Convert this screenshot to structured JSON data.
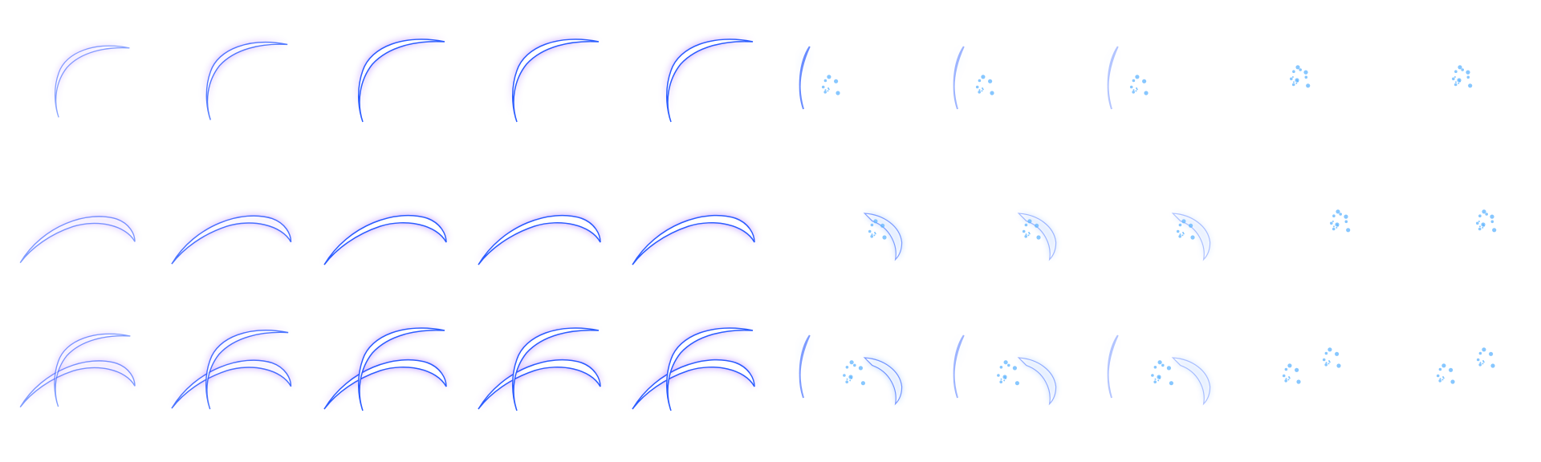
{
  "sprite_sheet": {
    "effect": "crescent-slash",
    "colors": {
      "core": "#ffffff",
      "edge": "#2b5cff",
      "purple_glow": "#8a3dff",
      "blue_glow": "#2f7dff",
      "spark": "#5fb4ff"
    },
    "rows": [
      {
        "name": "downward-slash",
        "frames": [
          {
            "phase": "swing",
            "fill": 0.55
          },
          {
            "phase": "swing",
            "fill": 0.8
          },
          {
            "phase": "swing",
            "fill": 1.0
          },
          {
            "phase": "swing",
            "fill": 1.0
          },
          {
            "phase": "swing",
            "fill": 1.0
          },
          {
            "phase": "dissolve",
            "fill": 0.7
          },
          {
            "phase": "dissolve",
            "fill": 0.45
          },
          {
            "phase": "dissolve",
            "fill": 0.35
          },
          {
            "phase": "particles",
            "fill": 0.2
          },
          {
            "phase": "particles",
            "fill": 0.1
          }
        ]
      },
      {
        "name": "overhead-slash",
        "frames": [
          {
            "phase": "swing",
            "fill": 0.6
          },
          {
            "phase": "swing",
            "fill": 0.85
          },
          {
            "phase": "swing",
            "fill": 1.0
          },
          {
            "phase": "swing",
            "fill": 1.0
          },
          {
            "phase": "swing",
            "fill": 1.0
          },
          {
            "phase": "dissolve",
            "fill": 0.55
          },
          {
            "phase": "dissolve",
            "fill": 0.4
          },
          {
            "phase": "dissolve",
            "fill": 0.3
          },
          {
            "phase": "particles",
            "fill": 0.2
          },
          {
            "phase": "particles",
            "fill": 0.1
          }
        ]
      },
      {
        "name": "combined-slash",
        "frames": [
          {
            "phase": "swing",
            "fill": 0.6
          },
          {
            "phase": "swing",
            "fill": 0.85
          },
          {
            "phase": "swing",
            "fill": 1.0
          },
          {
            "phase": "swing",
            "fill": 1.0
          },
          {
            "phase": "swing",
            "fill": 1.0
          },
          {
            "phase": "dissolve",
            "fill": 0.6
          },
          {
            "phase": "dissolve",
            "fill": 0.45
          },
          {
            "phase": "dissolve",
            "fill": 0.35
          },
          {
            "phase": "particles",
            "fill": 0.2
          },
          {
            "phase": "particles",
            "fill": 0.1
          }
        ]
      }
    ]
  }
}
